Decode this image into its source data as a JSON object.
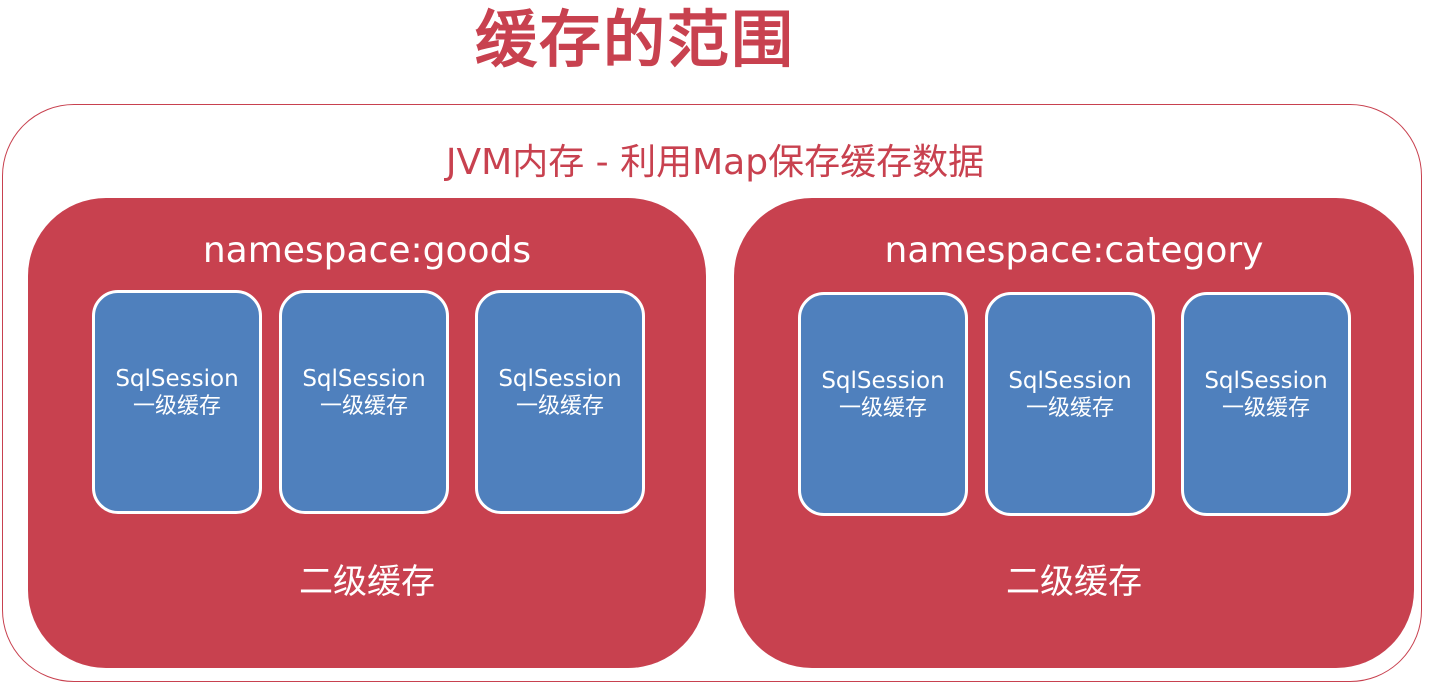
{
  "title": "缓存的范围",
  "jvm_label": "JVM内存 - 利用Map保存缓存数据",
  "colors": {
    "accent_red": "#c8414f",
    "session_blue": "#4f80bd",
    "white": "#ffffff"
  },
  "namespaces": [
    {
      "title": "namespace:goods",
      "footer": "二级缓存",
      "sessions": [
        {
          "line1": "SqlSession",
          "line2": "一级缓存"
        },
        {
          "line1": "SqlSession",
          "line2": "一级缓存"
        },
        {
          "line1": "SqlSession",
          "line2": "一级缓存"
        }
      ]
    },
    {
      "title": "namespace:category",
      "footer": "二级缓存",
      "sessions": [
        {
          "line1": "SqlSession",
          "line2": "一级缓存"
        },
        {
          "line1": "SqlSession",
          "line2": "一级缓存"
        },
        {
          "line1": "SqlSession",
          "line2": "一级缓存"
        }
      ]
    }
  ]
}
